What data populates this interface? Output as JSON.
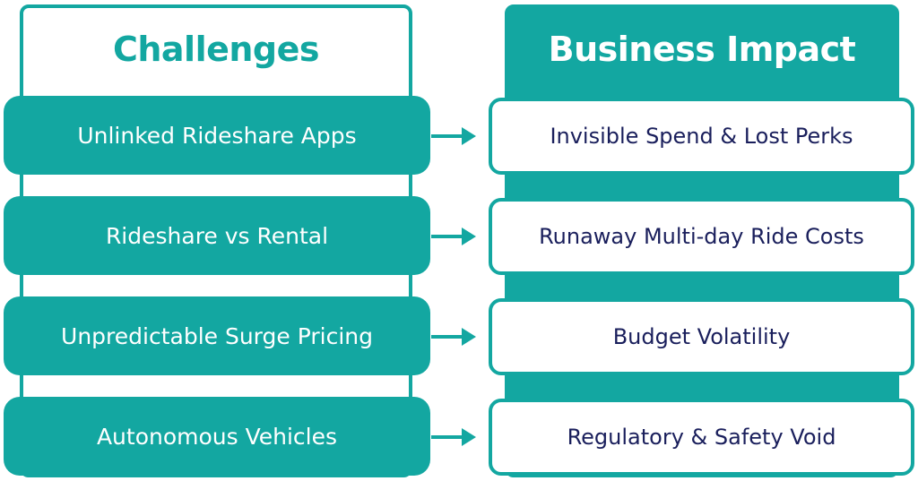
{
  "headers": {
    "challenges": "Challenges",
    "business_impact": "Business Impact"
  },
  "rows": [
    {
      "challenge": "Unlinked Rideshare Apps",
      "impact": "Invisible Spend & Lost Perks"
    },
    {
      "challenge": "Rideshare vs Rental",
      "impact": "Runaway Multi-day Ride Costs"
    },
    {
      "challenge": "Unpredictable Surge Pricing",
      "impact": "Budget Volatility"
    },
    {
      "challenge": "Autonomous Vehicles",
      "impact": "Regulatory & Safety Void"
    }
  ],
  "colors": {
    "teal": "#13a7a1",
    "navy": "#1a1f5c",
    "white": "#ffffff"
  },
  "icons": {
    "connector": "arrow-right-icon"
  }
}
